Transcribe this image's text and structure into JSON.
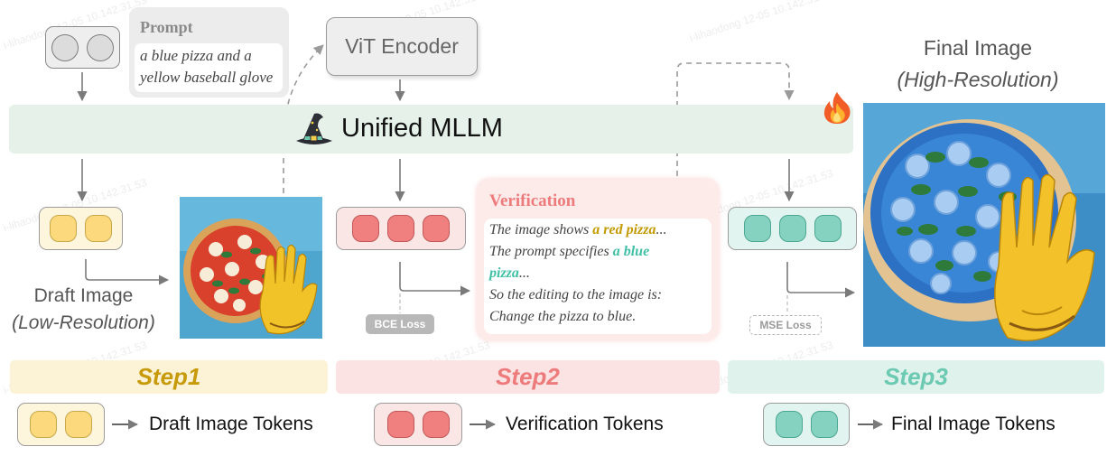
{
  "prompt": {
    "title": "Prompt",
    "line1": "a blue pizza and a",
    "line2": "yellow baseball glove"
  },
  "vit_encoder": "ViT Encoder",
  "mllm_label": "Unified MLLM",
  "draft": {
    "line1": "Draft Image",
    "line2": "(Low-Resolution)"
  },
  "final": {
    "line1": "Final Image",
    "line2": "(High-Resolution)"
  },
  "verification": {
    "title": "Verification",
    "l1_pre": "The image shows ",
    "l1_hl": "a red pizza",
    "l1_post": "...",
    "l2_pre": "The prompt specifies ",
    "l2_hl": "a blue",
    "l3_hl": "pizza",
    "l3_post": "...",
    "l4": "So the editing to the image is:",
    "l5": "Change the pizza to blue."
  },
  "losses": {
    "bce": "BCE Loss",
    "mse": "MSE Loss"
  },
  "steps": [
    "Step1",
    "Step2",
    "Step3"
  ],
  "legend": {
    "draft": "Draft Image Tokens",
    "verification": "Verification Tokens",
    "final": "Final Image Tokens"
  },
  "watermark": "i-lihaodong 12-05 10.142.31.53",
  "colors": {
    "mllm_bar": "#e6f1e9",
    "step1_bg": "#fcf3d6",
    "step1_text": "#c79a0a",
    "step2_bg": "#fbe3e3",
    "step2_text": "#ee7b7b",
    "step3_bg": "#dff2ec",
    "step3_text": "#6cc9b2",
    "highlight_red": "#c49a00",
    "highlight_blue": "#3fc0a6"
  },
  "icons": [
    "wizard-hat-icon",
    "fire-icon"
  ]
}
